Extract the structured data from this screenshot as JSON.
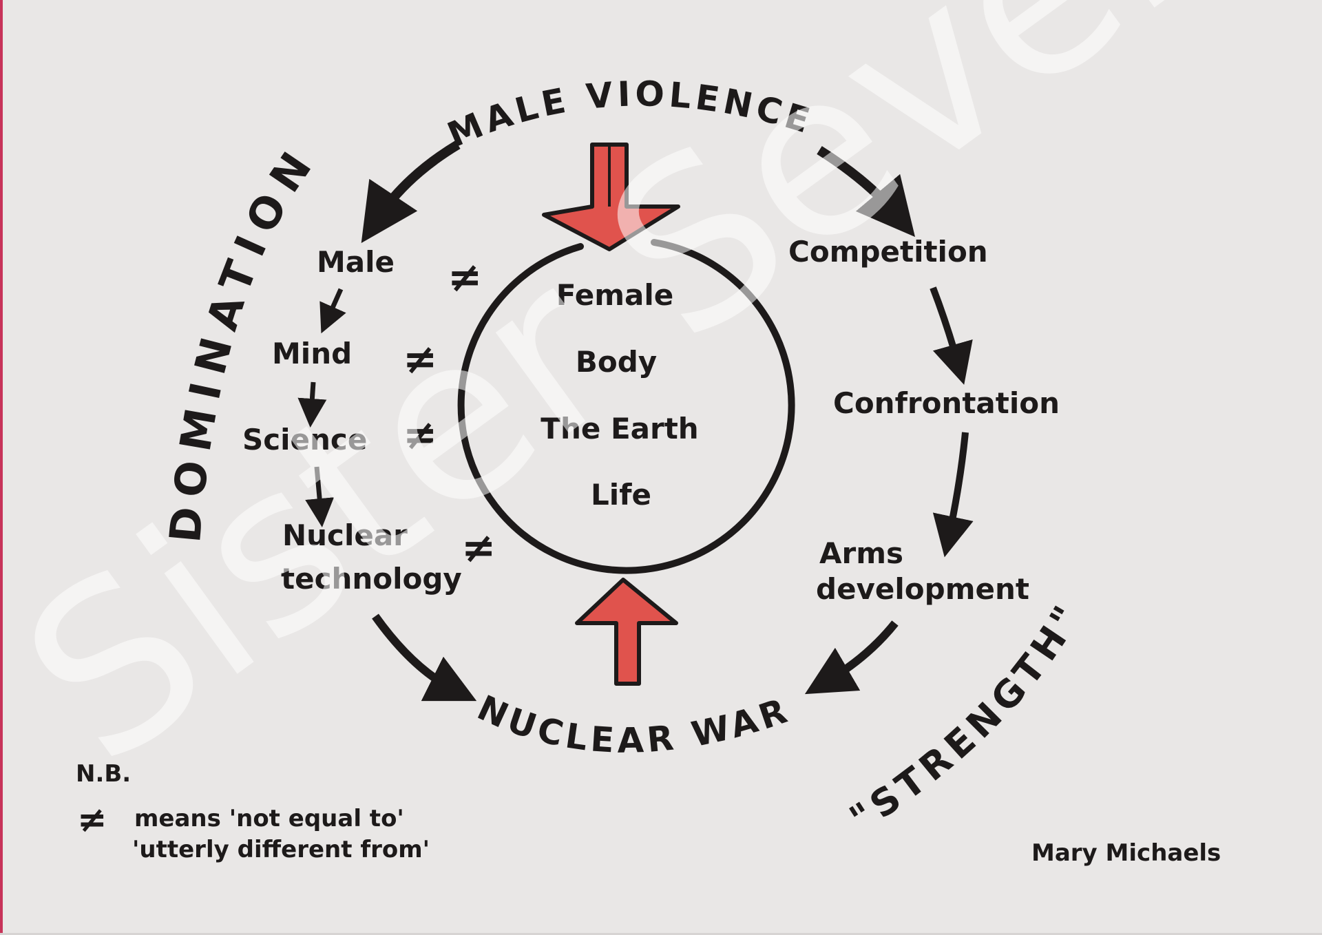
{
  "diagram": {
    "arc_labels": {
      "top": "MALE VIOLENCE",
      "bottom": "NUCLEAR WAR",
      "left": "DOMINATION",
      "right": "\"STRENGTH\""
    },
    "left_chain": [
      "Male",
      "Mind",
      "Science",
      "Nuclear",
      "technology"
    ],
    "centre_items": [
      "Female",
      "Body",
      "The Earth",
      "Life"
    ],
    "right_chain": [
      "Competition",
      "Confrontation",
      "Arms",
      "development"
    ],
    "not_equal_symbol": "≠",
    "note": {
      "heading": "N.B.",
      "symbol": "≠",
      "line1": "means 'not equal to'",
      "line2": "'utterly different from'"
    },
    "signature": "Mary Michaels",
    "watermark": "Sister Seven",
    "colors": {
      "ink": "#1d1a1a",
      "red": "#e0534d",
      "paper": "#e9e7e6"
    }
  }
}
